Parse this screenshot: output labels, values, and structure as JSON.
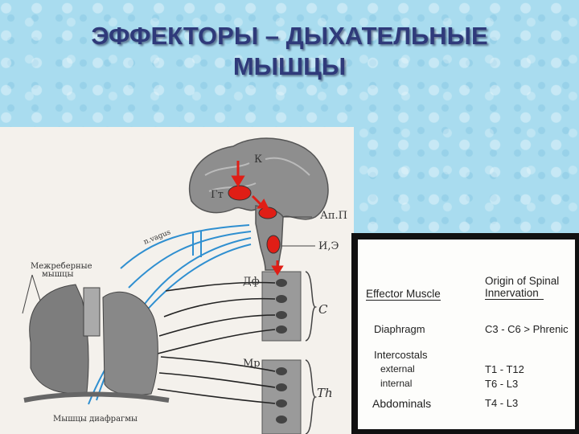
{
  "title": {
    "line1": "ЭФФЕКТОРЫ – ДЫХАТЕЛЬНЫЕ",
    "line2": "МЫШЦЫ"
  },
  "diagram": {
    "labels": {
      "k": "К",
      "gt": "Гт",
      "ap": "Ап.П",
      "ie": "И,Э",
      "df": "Дф",
      "mr": "Мр",
      "c": "C",
      "th": "Th",
      "intercostal_line1": "Межреберные",
      "intercostal_line2": "мышцы",
      "diaphragm": "Мышцы диафрагмы",
      "vagus": "n.vagus"
    },
    "colors": {
      "nerve_blue": "#2f8fd0",
      "nucleus_red": "#e01e16",
      "brain_gray": "#8e8e8e"
    }
  },
  "table": {
    "header_effector": "Effector Muscle",
    "header_origin_line1": "Origin of Spinal",
    "header_origin_line2": "Innervation",
    "rows": [
      {
        "muscle": "Diaphragm",
        "origin": "C3 - C6 > Phrenic"
      },
      {
        "muscle": "Intercostals",
        "origin": ""
      },
      {
        "muscle": "external",
        "origin": "T1 - T12"
      },
      {
        "muscle": "internal",
        "origin": "T6 - L3"
      },
      {
        "muscle": "Abdominals",
        "origin": "T4 - L3"
      }
    ]
  }
}
